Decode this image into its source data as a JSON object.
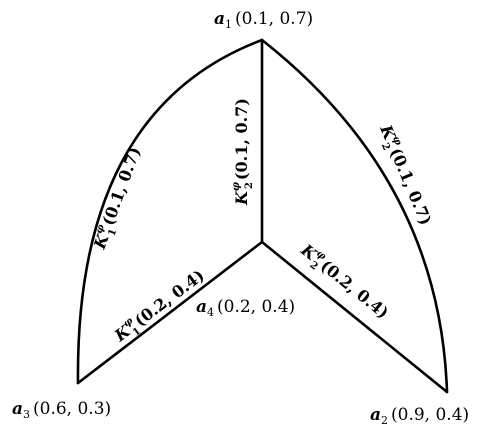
{
  "nodes": {
    "a1": {
      "sym": "a",
      "sub": "1",
      "value": "(0.1, 0.7)"
    },
    "a2": {
      "sym": "a",
      "sub": "2",
      "value": "(0.9, 0.4)"
    },
    "a3": {
      "sym": "a",
      "sub": "3",
      "value": "(0.6, 0.3)"
    },
    "a4": {
      "sym": "a",
      "sub": "4",
      "value": "(0.2, 0.4)"
    }
  },
  "edges": {
    "a1_a3": {
      "sym": "K",
      "sub": "1",
      "sup": "φ",
      "value": "(0.1, 0.7)"
    },
    "a1_a4": {
      "sym": "K",
      "sub": "2",
      "sup": "φ",
      "value": "(0.1, 0.7)"
    },
    "a1_a2": {
      "sym": "K",
      "sub": "2",
      "sup": "φ",
      "value": "(0.1, 0.7)"
    },
    "a3_a4": {
      "sym": "K",
      "sub": "1",
      "sup": "φ",
      "value": "(0.2, 0.4)"
    },
    "a4_a2": {
      "sym": "K",
      "sub": "2",
      "sup": "φ",
      "value": "(0.2, 0.4)"
    }
  }
}
